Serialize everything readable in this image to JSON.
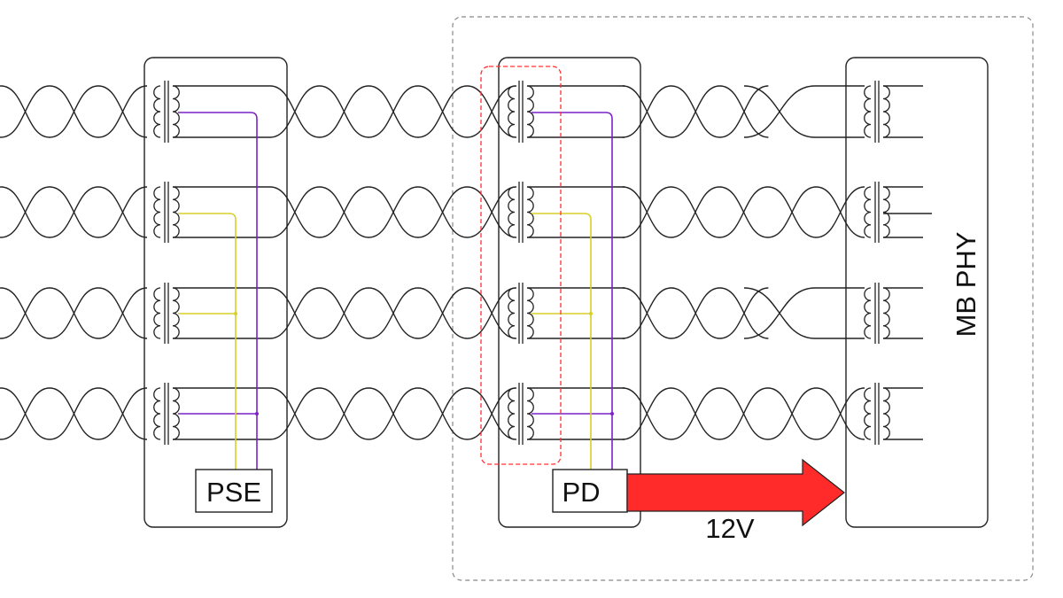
{
  "labels": {
    "pse": "PSE",
    "pd": "PD",
    "phy": "MB PHY",
    "voltage": "12V"
  },
  "colors": {
    "line": "#222222",
    "center_tap_a": "#d8cf2a",
    "center_tap_b": "#7a22c8",
    "arrow": "#ff2a2a",
    "highlight": "#ff3030",
    "enclosure": "#888888"
  }
}
